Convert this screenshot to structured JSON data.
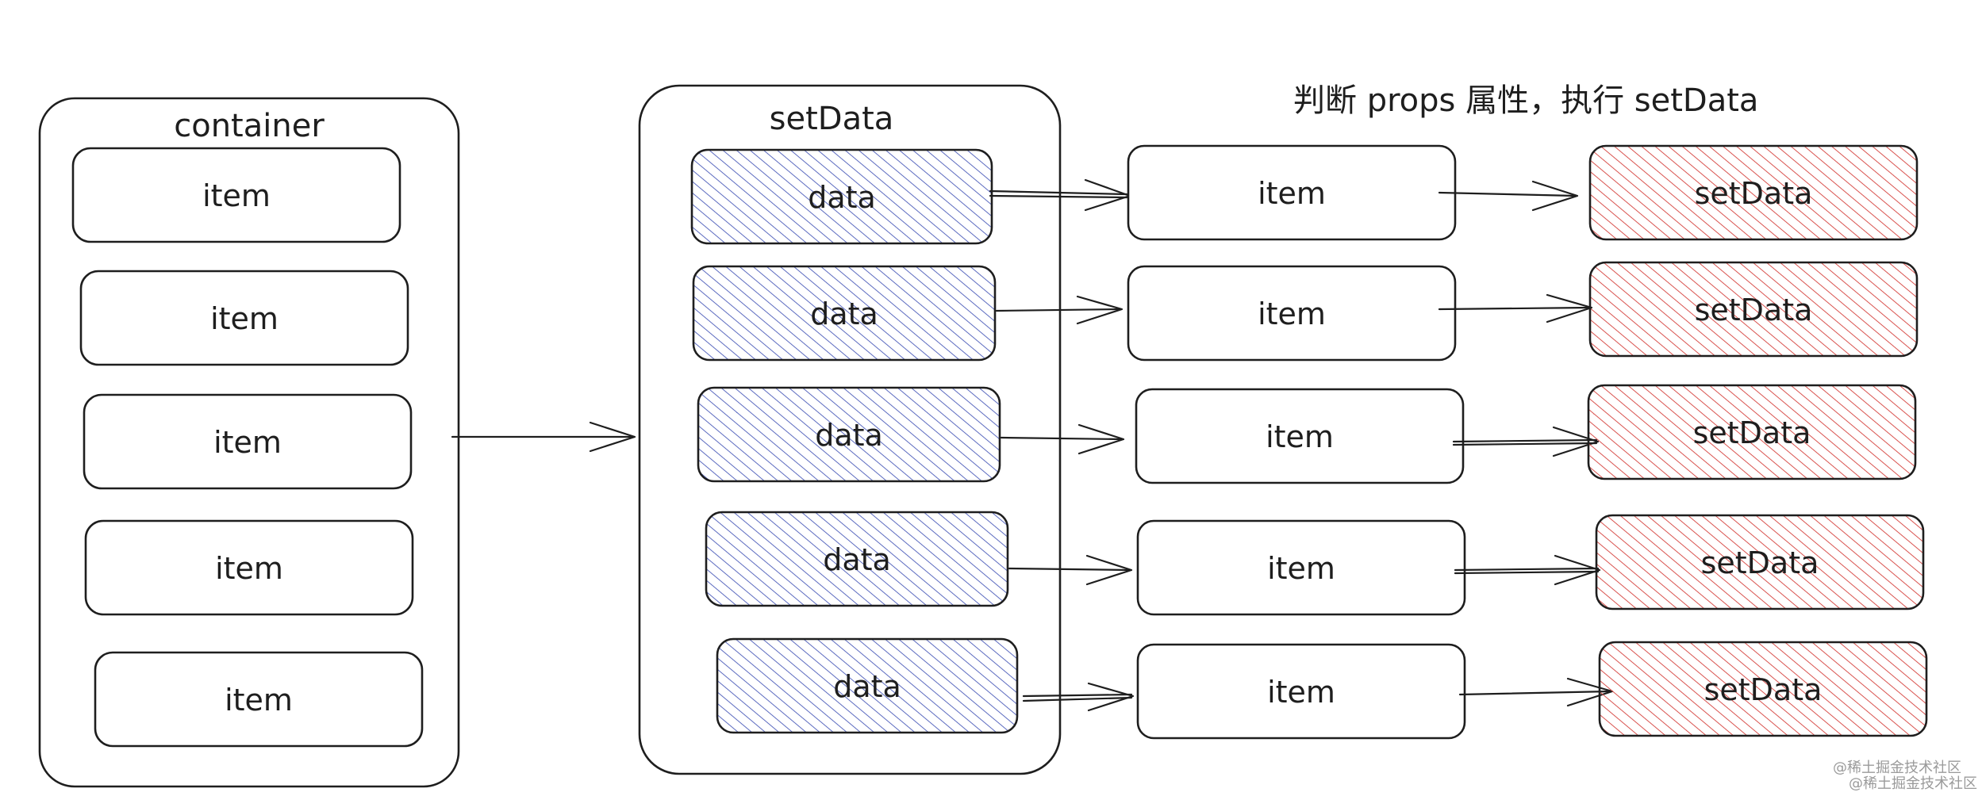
{
  "container": {
    "title": "container",
    "items": [
      "item",
      "item",
      "item",
      "item",
      "item"
    ]
  },
  "setdata_frame": {
    "title": "setData",
    "items": [
      "data",
      "data",
      "data",
      "data",
      "data"
    ]
  },
  "caption": "判断 props 属性，执行 setData",
  "items_col": [
    "item",
    "item",
    "item",
    "item",
    "item"
  ],
  "setdata_col": [
    "setData",
    "setData",
    "setData",
    "setData",
    "setData"
  ],
  "watermark": [
    "@稀土掘金技术社区",
    "@稀土掘金技术社区"
  ],
  "colors": {
    "data_hatch": "#5c6bc0",
    "setdata_hatch": "#d9534f",
    "stroke": "#1e1e1e"
  }
}
